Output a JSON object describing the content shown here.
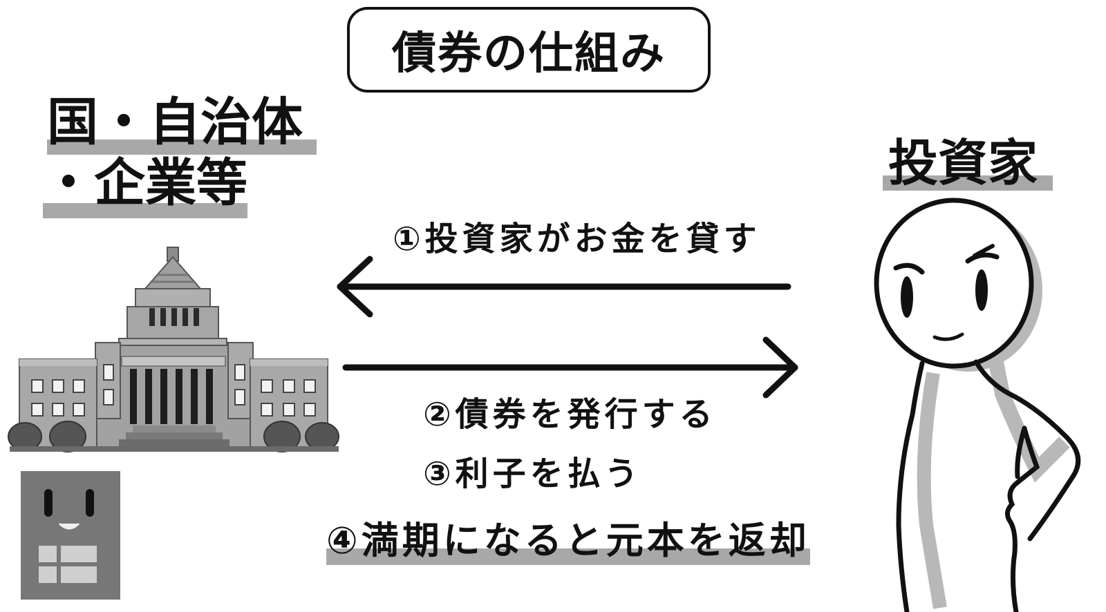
{
  "title": "債券の仕組み",
  "issuer": {
    "line1": "国・自治体",
    "line2": "・企業等"
  },
  "investor": {
    "label": "投資家"
  },
  "steps": {
    "step1": "①投資家がお金を貸す",
    "step2": "②債券を発行する",
    "step3": "③利子を払う",
    "step4": "④満期になると元本を返却"
  },
  "colors": {
    "text": "#111111",
    "highlight": "#a8a8a8",
    "building": "#9a9a9a",
    "building_dark": "#2a2a2a"
  },
  "icons": {
    "issuer_building": "parliament-building-icon",
    "issuer_company": "office-building-icon",
    "investor_figure": "stick-figure-person-icon"
  }
}
